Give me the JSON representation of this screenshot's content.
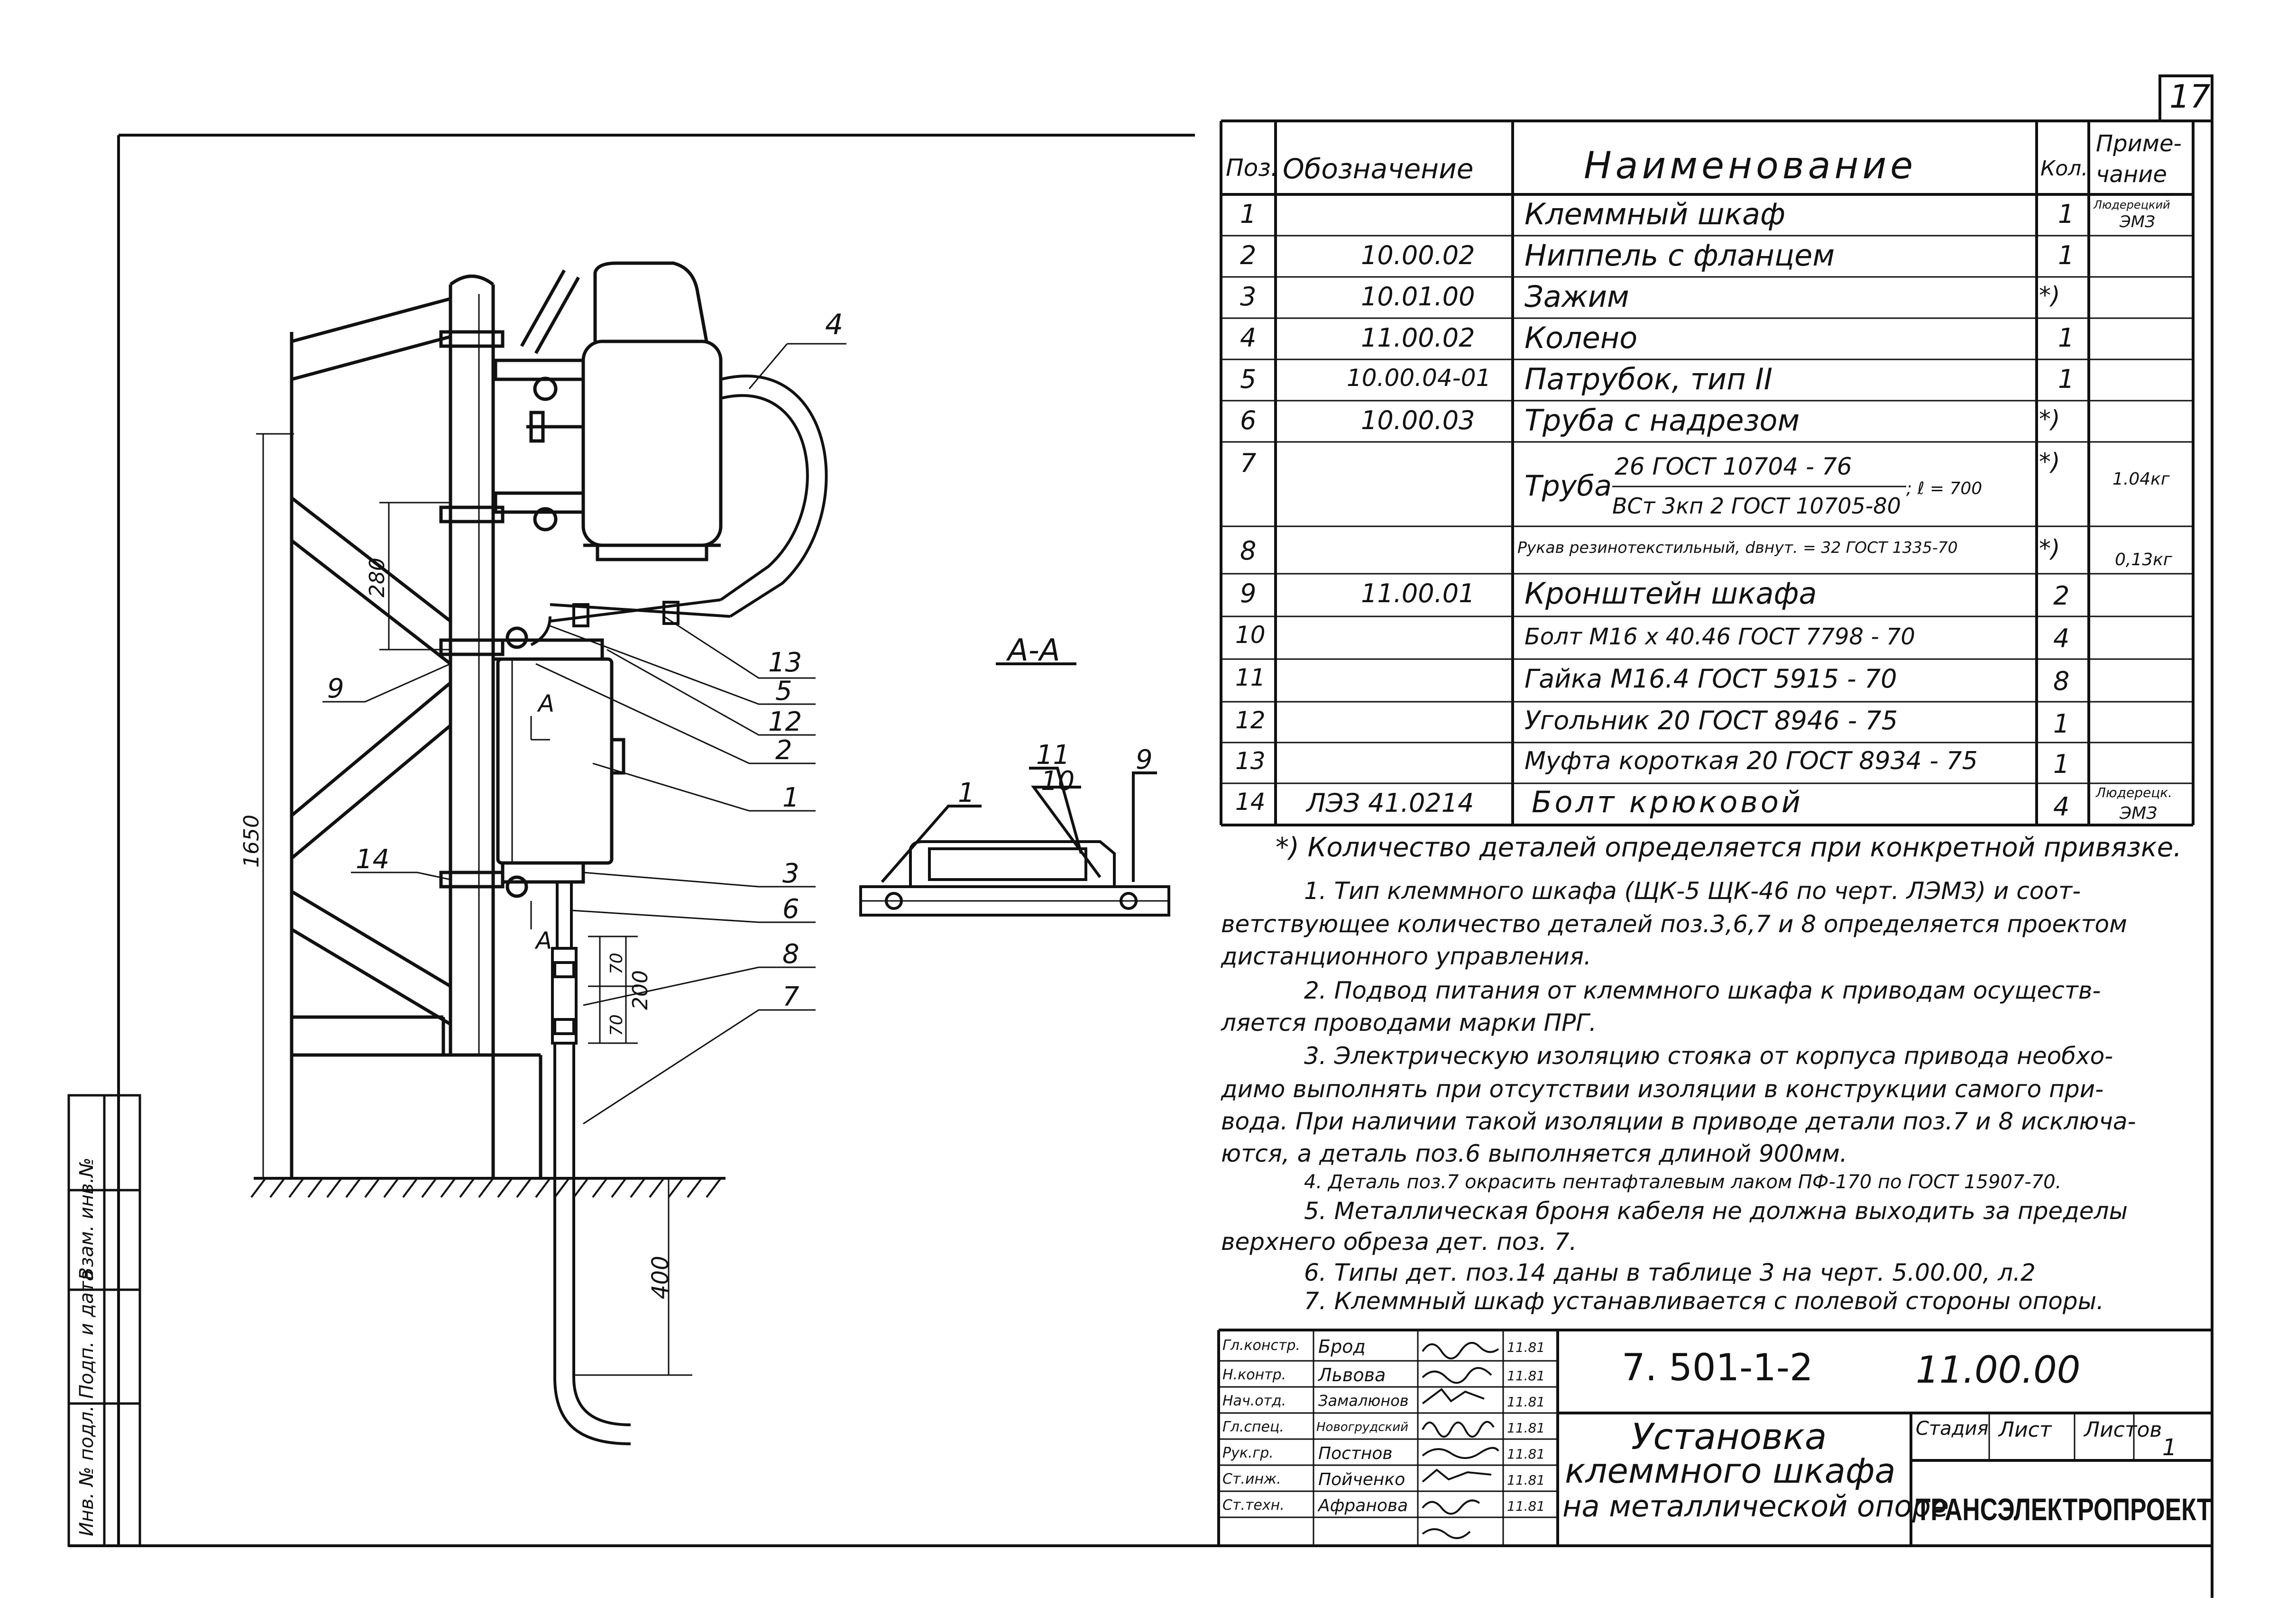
{
  "sheet_number": "17",
  "spec_table": {
    "headers": {
      "pos": "Поз.",
      "designation": "Обозначение",
      "name": "Наименование",
      "qty": "Кол.",
      "note_l1": "Приме-",
      "note_l2": "чание"
    },
    "rows": [
      {
        "pos": "1",
        "designation": "",
        "name": "Клеммный шкаф",
        "qty": "1",
        "note_l1": "Людерецкий",
        "note_l2": "ЭМЗ"
      },
      {
        "pos": "2",
        "designation": "10.00.02",
        "name": "Ниппель с фланцем",
        "qty": "1",
        "note_l1": "",
        "note_l2": ""
      },
      {
        "pos": "3",
        "designation": "10.01.00",
        "name": "Зажим",
        "qty": "*)",
        "note_l1": "",
        "note_l2": ""
      },
      {
        "pos": "4",
        "designation": "11.00.02",
        "name": "Колено",
        "qty": "1",
        "note_l1": "",
        "note_l2": ""
      },
      {
        "pos": "5",
        "designation": "10.00.04-01",
        "name": "Патрубок, тип II",
        "qty": "1",
        "note_l1": "",
        "note_l2": ""
      },
      {
        "pos": "6",
        "designation": "10.00.03",
        "name": "Труба с надрезом",
        "qty": "*)",
        "note_l1": "",
        "note_l2": ""
      },
      {
        "pos": "7",
        "designation": "",
        "name": "Труба",
        "name_top": "26 ГОСТ 10704 - 76",
        "name_bottom": "ВСт 3кп 2 ГОСТ 10705-80",
        "name_suffix": "; ℓ = 700",
        "qty": "*)",
        "note_l1": "1.04кг",
        "note_l2": ""
      },
      {
        "pos": "8",
        "designation": "",
        "name": "Рукав резинотекстильный, dвнут. = 32 ГОСТ 1335-70",
        "qty": "*)",
        "note_l1": "0,13кг",
        "note_l2": ""
      },
      {
        "pos": "9",
        "designation": "11.00.01",
        "name": "Кронштейн шкафа",
        "qty": "2",
        "note_l1": "",
        "note_l2": ""
      },
      {
        "pos": "10",
        "designation": "",
        "name": "Болт М16 х 40.46 ГОСТ 7798 - 70",
        "qty": "4",
        "note_l1": "",
        "note_l2": ""
      },
      {
        "pos": "11",
        "designation": "",
        "name": "Гайка М16.4 ГОСТ 5915 - 70",
        "qty": "8",
        "note_l1": "",
        "note_l2": ""
      },
      {
        "pos": "12",
        "designation": "",
        "name": "Угольник 20 ГОСТ 8946 - 75",
        "qty": "1",
        "note_l1": "",
        "note_l2": ""
      },
      {
        "pos": "13",
        "designation": "",
        "name": "Муфта короткая 20 ГОСТ 8934 - 75",
        "qty": "1",
        "note_l1": "",
        "note_l2": ""
      },
      {
        "pos": "14",
        "designation": "ЛЭЗ 41.0214",
        "name": "Болт крюковой",
        "qty": "4",
        "note_l1": "Людерецк.",
        "note_l2": "ЭМЗ"
      }
    ]
  },
  "footnote": "*) Количество деталей определяется при конкретной привязке.",
  "notes": [
    "1. Тип клеммного шкафа (ЩК-5 ЩК-46 по черт. ЛЭМЗ) и соот-",
    "ветствующее количество деталей поз.3,6,7 и 8 определяется проектом",
    "дистанционного управления.",
    "2. Подвод питания от клеммного шкафа к приводам осуществ-",
    "ляется проводами марки ПРГ.",
    "3. Электрическую изоляцию стояка от корпуса привода необхо-",
    "димо выполнять при отсутствии изоляции в конструкции самого при-",
    "вода. При наличии такой изоляции в приводе детали поз.7 и 8 исключа-",
    "ются, а деталь поз.6 выполняется длиной 900мм.",
    "4. Деталь поз.7 окрасить пентафталевым лаком ПФ-170 по ГОСТ 15907-70.",
    "5. Металлическая броня кабеля не должна выходить за пределы",
    "верхнего обреза дет. поз. 7.",
    "6. Типы дет. поз.14 даны в таблице 3 на черт. 5.00.00, л.2",
    "7. Клеммный шкаф устанавливается с полевой стороны опоры."
  ],
  "title_block": {
    "doc_code": "7. 501-1-2",
    "drawing_number": "11.00.00",
    "title_l1": "Установка",
    "title_l2": "клеммного шкафа",
    "title_l3": "на металлической опоре",
    "stage_label": "Стадия",
    "sheet_label": "Лист",
    "sheets_label": "Листов",
    "sheets_value": "1",
    "organization": "ТРАНСЭЛЕКТРОПРОЕКТ",
    "signatures": [
      {
        "role": "Гл.констр.",
        "name": "Брод",
        "date": "11.81"
      },
      {
        "role": "Н.контр.",
        "name": "Львова",
        "date": "11.81"
      },
      {
        "role": "Нач.отд.",
        "name": "Замалюнов",
        "date": "11.81"
      },
      {
        "role": "Гл.спец.",
        "name": "Новогрудский",
        "date": "11.81"
      },
      {
        "role": "Рук.гр.",
        "name": "Постнов",
        "date": "11.81"
      },
      {
        "role": "Ст.инж.",
        "name": "Пойченко",
        "date": "11.81"
      },
      {
        "role": "Ст.техн.",
        "name": "Афранова",
        "date": "11.81"
      }
    ]
  },
  "side_stamp": [
    "Инв. № подл.",
    "Подп. и дата",
    "Взам. инв.№"
  ],
  "drawing": {
    "section_label": "А-А",
    "section_mark": "А",
    "dimensions": {
      "d280": "280",
      "d1650": "1650",
      "d70a": "70",
      "d70b": "70",
      "d200": "200",
      "d400": "400"
    },
    "callouts": {
      "c1": "1",
      "c2": "2",
      "c3": "3",
      "c4": "4",
      "c5": "5",
      "c6": "6",
      "c7": "7",
      "c8": "8",
      "c9": "9",
      "c12": "12",
      "c13": "13",
      "c14": "14"
    },
    "section_callouts": {
      "s1": "1",
      "s9": "9",
      "s10": "10",
      "s11": "11"
    }
  }
}
